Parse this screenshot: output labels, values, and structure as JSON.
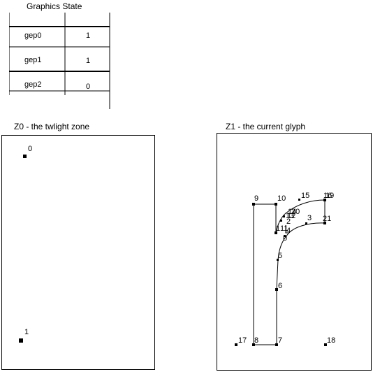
{
  "graphics_state": {
    "title": "Graphics State",
    "rows": [
      {
        "name": "gep0",
        "value": "1"
      },
      {
        "name": "gep1",
        "value": "1"
      },
      {
        "name": "gep2",
        "value": "0"
      }
    ]
  },
  "zone0": {
    "label": "Z0 - the twlight zone",
    "points": [
      {
        "id": "0",
        "label": "0"
      },
      {
        "id": "1",
        "label": "1"
      }
    ]
  },
  "zone1": {
    "label": "Z1 - the current glyph",
    "points": [
      {
        "id": "0",
        "label": "0"
      },
      {
        "id": "1",
        "label": "1"
      },
      {
        "id": "2",
        "label": "2"
      },
      {
        "id": "3",
        "label": "3"
      },
      {
        "id": "4",
        "label": "4"
      },
      {
        "id": "5",
        "label": "5"
      },
      {
        "id": "6",
        "label": "6"
      },
      {
        "id": "7",
        "label": "7"
      },
      {
        "id": "8",
        "label": "8"
      },
      {
        "id": "9",
        "label": "9"
      },
      {
        "id": "10",
        "label": "10"
      },
      {
        "id": "11",
        "label": "11"
      },
      {
        "id": "12",
        "label": "12"
      },
      {
        "id": "13",
        "label": "13"
      },
      {
        "id": "14",
        "label": "14"
      },
      {
        "id": "15",
        "label": "15"
      },
      {
        "id": "16",
        "label": "16"
      },
      {
        "id": "17",
        "label": "17"
      },
      {
        "id": "18",
        "label": "18"
      },
      {
        "id": "19",
        "label": "19"
      },
      {
        "id": "20",
        "label": "20"
      },
      {
        "id": "21",
        "label": "21"
      }
    ]
  }
}
